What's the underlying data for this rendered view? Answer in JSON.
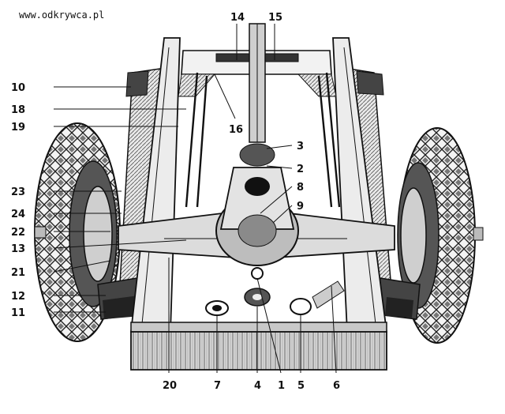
{
  "watermark": "www.odkrywca.pl",
  "callouts": {
    "c1": "1",
    "c2": "2",
    "c3": "3",
    "c4": "4",
    "c5": "5",
    "c6": "6",
    "c7": "7",
    "c8": "8",
    "c9": "9",
    "c10": "10",
    "c11": "11",
    "c12": "12",
    "c13": "13",
    "c14": "14",
    "c15": "15",
    "c16": "16",
    "c18": "18",
    "c19": "19",
    "c20": "20",
    "c21": "21",
    "c22": "22",
    "c23": "23",
    "c24": "24"
  }
}
